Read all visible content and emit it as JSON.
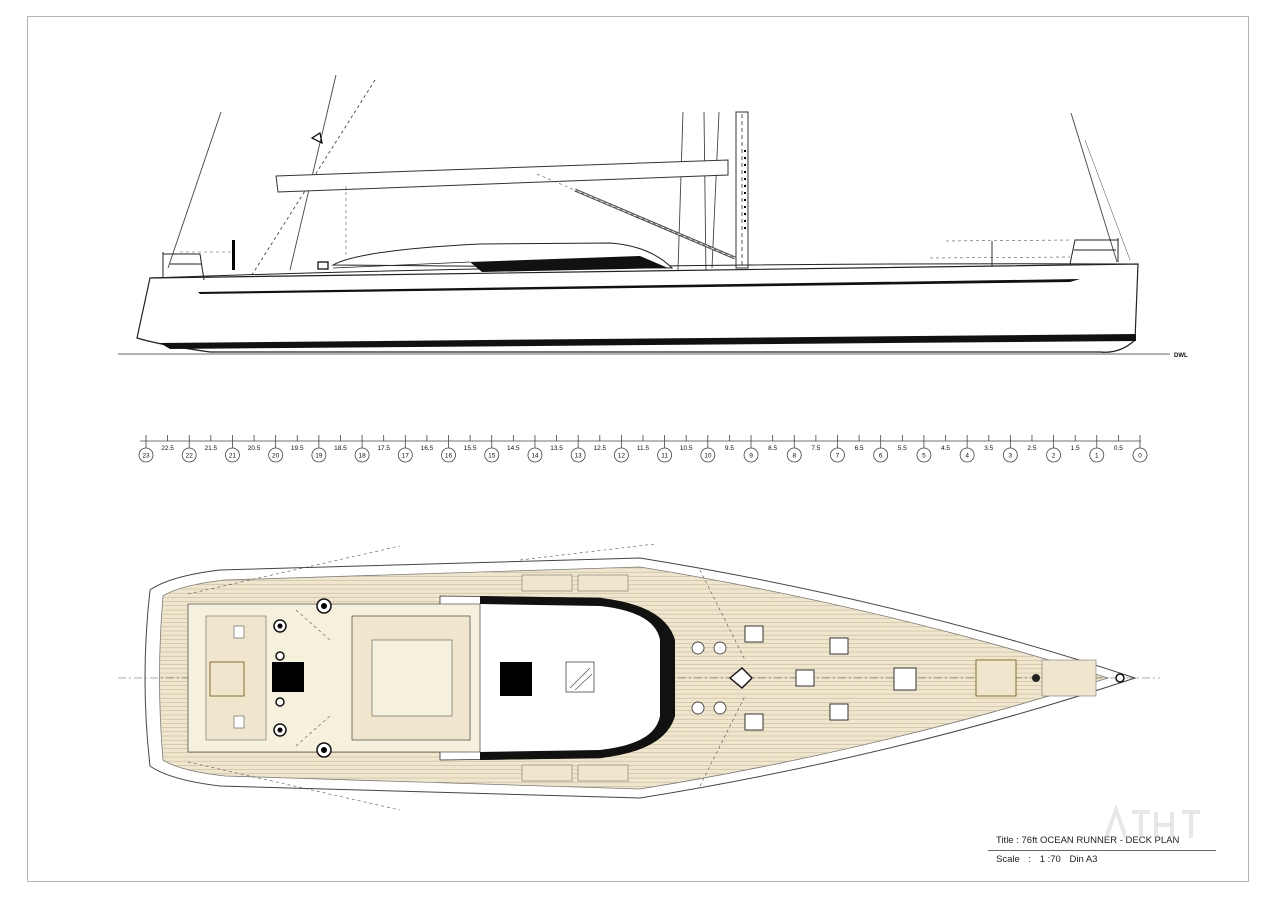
{
  "drawing": {
    "waterline_label": "DWL",
    "station_labels": [
      "23",
      "22.5",
      "22",
      "21.5",
      "21",
      "20.5",
      "20",
      "19.5",
      "19",
      "18.5",
      "18",
      "17.5",
      "17",
      "16.5",
      "16",
      "15.5",
      "15",
      "14.5",
      "14",
      "13.5",
      "13",
      "12.5",
      "12",
      "11.5",
      "11",
      "10.5",
      "10",
      "9.5",
      "9",
      "8.5",
      "8",
      "7.5",
      "7",
      "6.5",
      "6",
      "5.5",
      "5",
      "4.5",
      "4",
      "3.5",
      "3",
      "2.5",
      "2",
      "1.5",
      "1",
      "0.5",
      "0"
    ]
  },
  "title_block": {
    "title_label": "Title :",
    "title_value": "76ft OCEAN RUNNER - DECK PLAN",
    "scale_label": "Scale",
    "scale_sep": ":",
    "scale_value": "1 :70",
    "paper": "Din A3"
  },
  "colors": {
    "line": "#222222",
    "teak": "#efe6cd",
    "teak_line": "#b9ab86",
    "cushion": "#f6f1dc",
    "black": "#000000"
  }
}
